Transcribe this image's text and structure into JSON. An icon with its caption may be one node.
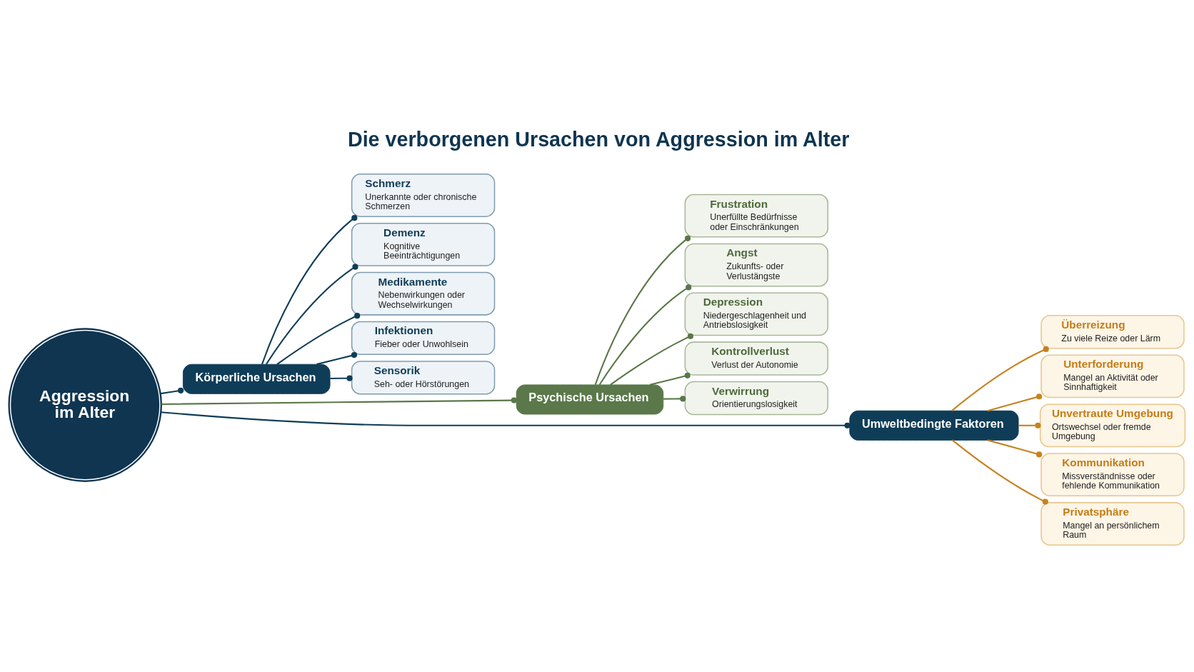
{
  "diagram": {
    "title": "Die verborgenen Ursachen von Aggression im Alter",
    "nodes": [
      {
        "text": [
          "Aggression im Alter"
        ]
      },
      {
        "text": [
          "Körperliche Ursachen"
        ]
      },
      {
        "text": [
          "Schmerz",
          "Unerkannte oder chronische Schmerzen"
        ]
      },
      {
        "text": [
          "Demenz",
          "Kognitive Beeinträchtigungen"
        ]
      },
      {
        "text": [
          "Medikamente",
          "Nebenwirkungen oder Wechselwirkungen"
        ]
      },
      {
        "text": [
          "Infektionen",
          "Fieber oder Unwohlsein"
        ]
      },
      {
        "text": [
          "Sensorik",
          "Seh- oder Hörstörungen"
        ]
      },
      {
        "text": [
          "Psychische Ursachen"
        ]
      },
      {
        "text": [
          "Frustration",
          "Unerfüllte Bedürfnisse oder Einschränkungen"
        ]
      },
      {
        "text": [
          "Angst",
          "Zukunfts- oder Verlustängste"
        ]
      },
      {
        "text": [
          "Depression",
          "Niedergeschlagenheit und Antriebslosigkeit"
        ]
      },
      {
        "text": [
          "Kontrollverlust",
          "Verlust der Autonomie"
        ]
      },
      {
        "text": [
          "Verwirrung",
          "Orientierungslosigkeit"
        ]
      },
      {
        "text": [
          "Umweltbedingte Faktoren"
        ]
      },
      {
        "text": [
          "Überreizung",
          "Zu viele Reize oder Lärm"
        ]
      },
      {
        "text": [
          "Unterforderung",
          "Mangel an Aktivität oder Sinnhaftigkeit"
        ]
      },
      {
        "text": [
          "Unvertraute Umgebung",
          "Ortswechsel oder fremde Umgebung"
        ]
      },
      {
        "text": [
          "Kommunikation",
          "Missverständnisse oder fehlende Kommunikation"
        ]
      },
      {
        "text": [
          "Privatsphäre",
          "Mangel an persönlichem Raum"
        ]
      }
    ],
    "edges": [
      {
        "from": 0,
        "to": 1,
        "arrow": "other"
      },
      {
        "from": 0,
        "to": 7,
        "arrow": "other",
        "color": "#5a7849"
      },
      {
        "from": 0,
        "to": 13,
        "arrow": "other"
      },
      {
        "from": 1,
        "to": 2,
        "arrow": "other"
      },
      {
        "from": 1,
        "to": 3,
        "arrow": "other"
      },
      {
        "from": 1,
        "to": 4,
        "arrow": "other"
      },
      {
        "from": 1,
        "to": 5,
        "arrow": "other"
      },
      {
        "from": 1,
        "to": 6,
        "arrow": "other"
      },
      {
        "from": 7,
        "to": 8,
        "arrow": "other",
        "color": "#5a7849"
      },
      {
        "from": 7,
        "to": 9,
        "arrow": "other",
        "color": "#5a7849"
      },
      {
        "from": 7,
        "to": 10,
        "arrow": "other",
        "color": "#5a7849"
      },
      {
        "from": 7,
        "to": 11,
        "arrow": "other",
        "color": "#5a7849"
      },
      {
        "from": 7,
        "to": 12,
        "arrow": "other",
        "color": "#5a7849"
      },
      {
        "from": 13,
        "to": 14,
        "arrow": "other",
        "color": "#c7821f"
      },
      {
        "from": 13,
        "to": 15,
        "arrow": "other",
        "color": "#c7821f"
      },
      {
        "from": 13,
        "to": 16,
        "arrow": "other",
        "color": "#c7821f"
      },
      {
        "from": 13,
        "to": 17,
        "arrow": "other",
        "color": "#c7821f"
      },
      {
        "from": 13,
        "to": 18,
        "arrow": "other",
        "color": "#c7821f"
      }
    ]
  }
}
